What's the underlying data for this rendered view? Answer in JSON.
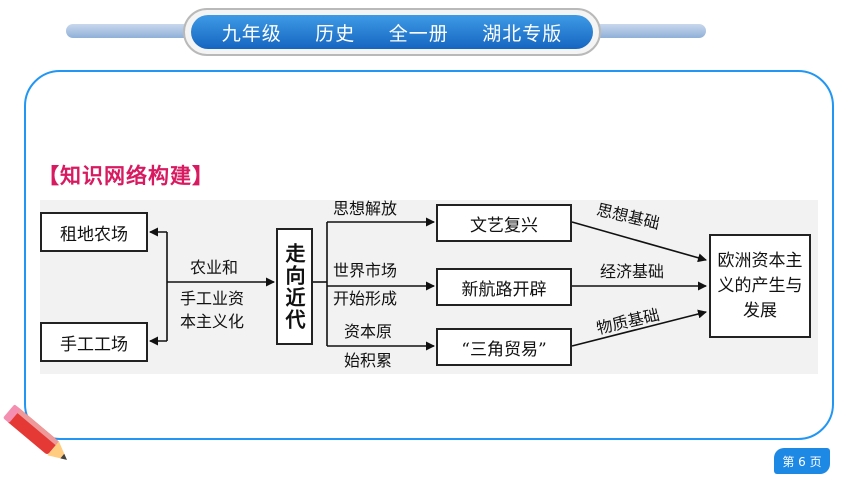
{
  "header": {
    "grade": "九年级",
    "subject": "历史",
    "volume": "全一册",
    "edition": "湖北专版"
  },
  "section_title": "【知识网络构建】",
  "diagram": {
    "left_nodes": [
      "租地农场",
      "手工工场"
    ],
    "left_label_lines": [
      "农业和",
      "手工业资",
      "本主义化"
    ],
    "center_node": "走向近代",
    "branches": [
      {
        "label_lines": [
          "思想解放"
        ],
        "node": "文艺复兴",
        "basis": "思想基础"
      },
      {
        "label_lines": [
          "世界市场",
          "开始形成"
        ],
        "node": "新航路开辟",
        "basis": "经济基础"
      },
      {
        "label_lines": [
          "资本原",
          "始积累"
        ],
        "node": "“三角贸易”",
        "basis": "物质基础"
      }
    ],
    "result_node": "欧洲资本主义的产生与发展"
  },
  "page_number": "第 6 页",
  "colors": {
    "accent": "#2196f3",
    "header_blue": "#1565c0",
    "title_pink": "#d81b60",
    "diagram_bg": "#f2f2f2"
  }
}
